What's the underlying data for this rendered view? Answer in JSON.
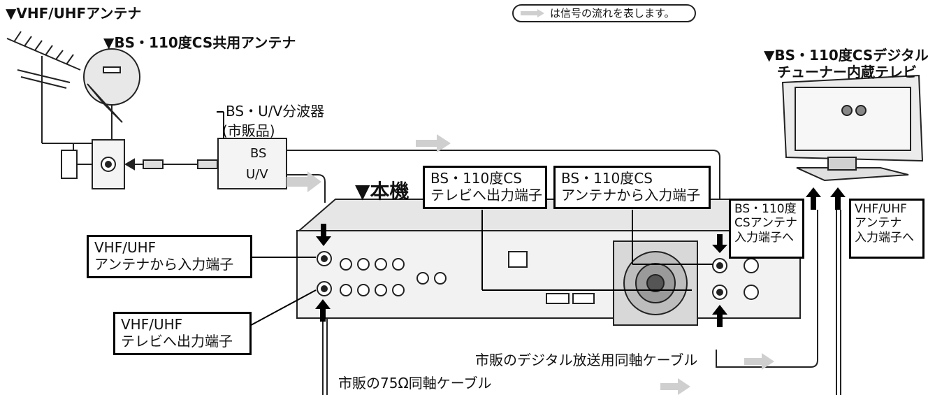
{
  "legend": {
    "text": "は信号の流れを表します。"
  },
  "antennas": {
    "vhf_uhf": "▼VHF/UHFアンテナ",
    "bs_cs": "▼BS・110度CS共用アンテナ"
  },
  "splitter": {
    "title": "BS・U/V分波器",
    "note": "(市販品)",
    "port_bs": "BS",
    "port_uv": "U/V"
  },
  "recorder": {
    "title": "▼本機"
  },
  "tv": {
    "title_line1": "▼BS・110度CSデジタル",
    "title_line2": "チューナー内蔵テレビ"
  },
  "callouts": {
    "bs_out": [
      "BS・110度CS",
      "テレビへ出力端子"
    ],
    "bs_in": [
      "BS・110度CS",
      "アンテナから入力端子"
    ],
    "vhf_in": [
      "VHF/UHF",
      "アンテナから入力端子"
    ],
    "vhf_out": [
      "VHF/UHF",
      "テレビへ出力端子"
    ],
    "tv_bs_in": [
      "BS・110度",
      "CSアンテナ",
      "入力端子へ"
    ],
    "tv_vhf_in": [
      "VHF/UHF",
      "アンテナ",
      "入力端子へ"
    ]
  },
  "cables": {
    "digital": "市販のデジタル放送用同軸ケーブル",
    "ohm75": "市販の75Ω同軸ケーブル"
  },
  "colors": {
    "flow_arrow": "#cfcfcf",
    "line": "#000000",
    "device": "#f2f2f2"
  }
}
